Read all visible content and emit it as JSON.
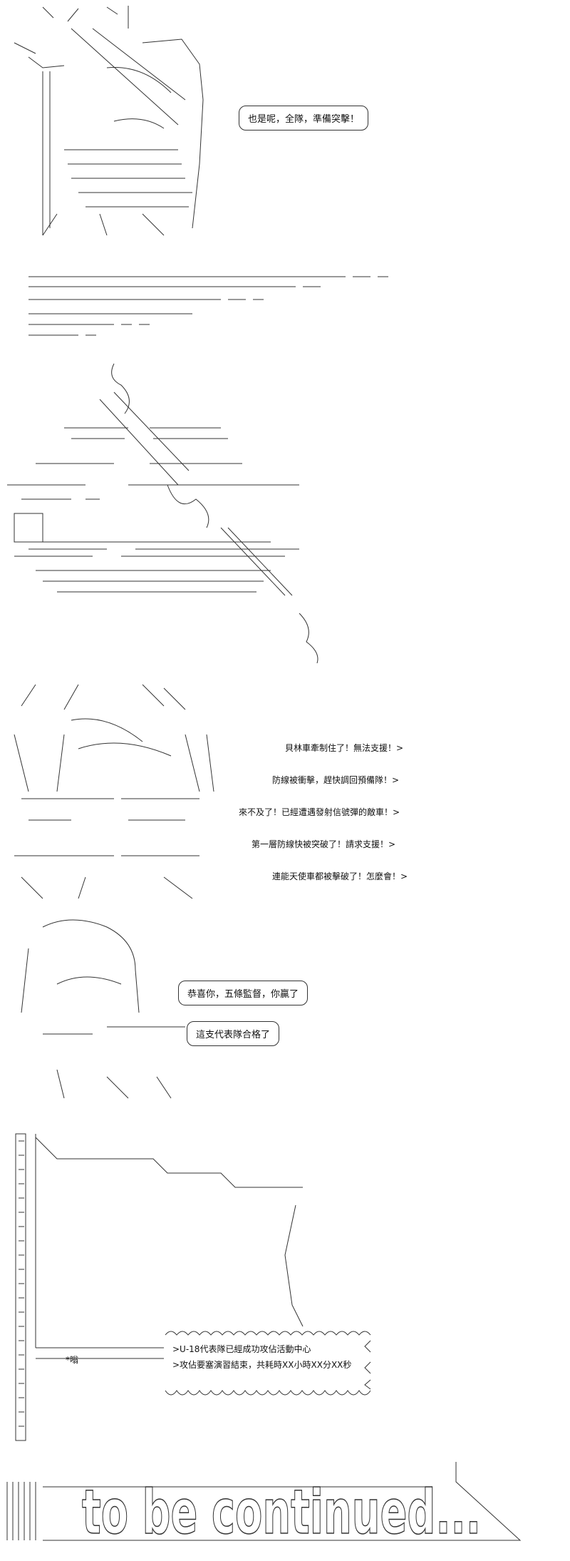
{
  "panel1": {
    "bubble": "也是呢，全隊，準備突擊！"
  },
  "panel3": {
    "lines": [
      "貝林車牽制住了！無法支援！>",
      "防線被衝擊，趕快調回預備隊！>",
      "來不及了！已經遭遇發射信號彈的敵車！>",
      "第一層防線快被突破了！請求支援！>",
      "連能天使車都被擊破了！怎麼會！>"
    ]
  },
  "panel4": {
    "bubble1": "恭喜你，五條監督，你贏了",
    "bubble2": "這支代表隊合格了"
  },
  "panel5": {
    "sfx": "*嗡",
    "banner_line1": ">U-18代表隊已經成功攻佔活動中心",
    "banner_line2": ">攻佔要塞演習結束，共耗時XX小時XX分XX秒"
  },
  "footer": {
    "text": "to be continued..."
  }
}
